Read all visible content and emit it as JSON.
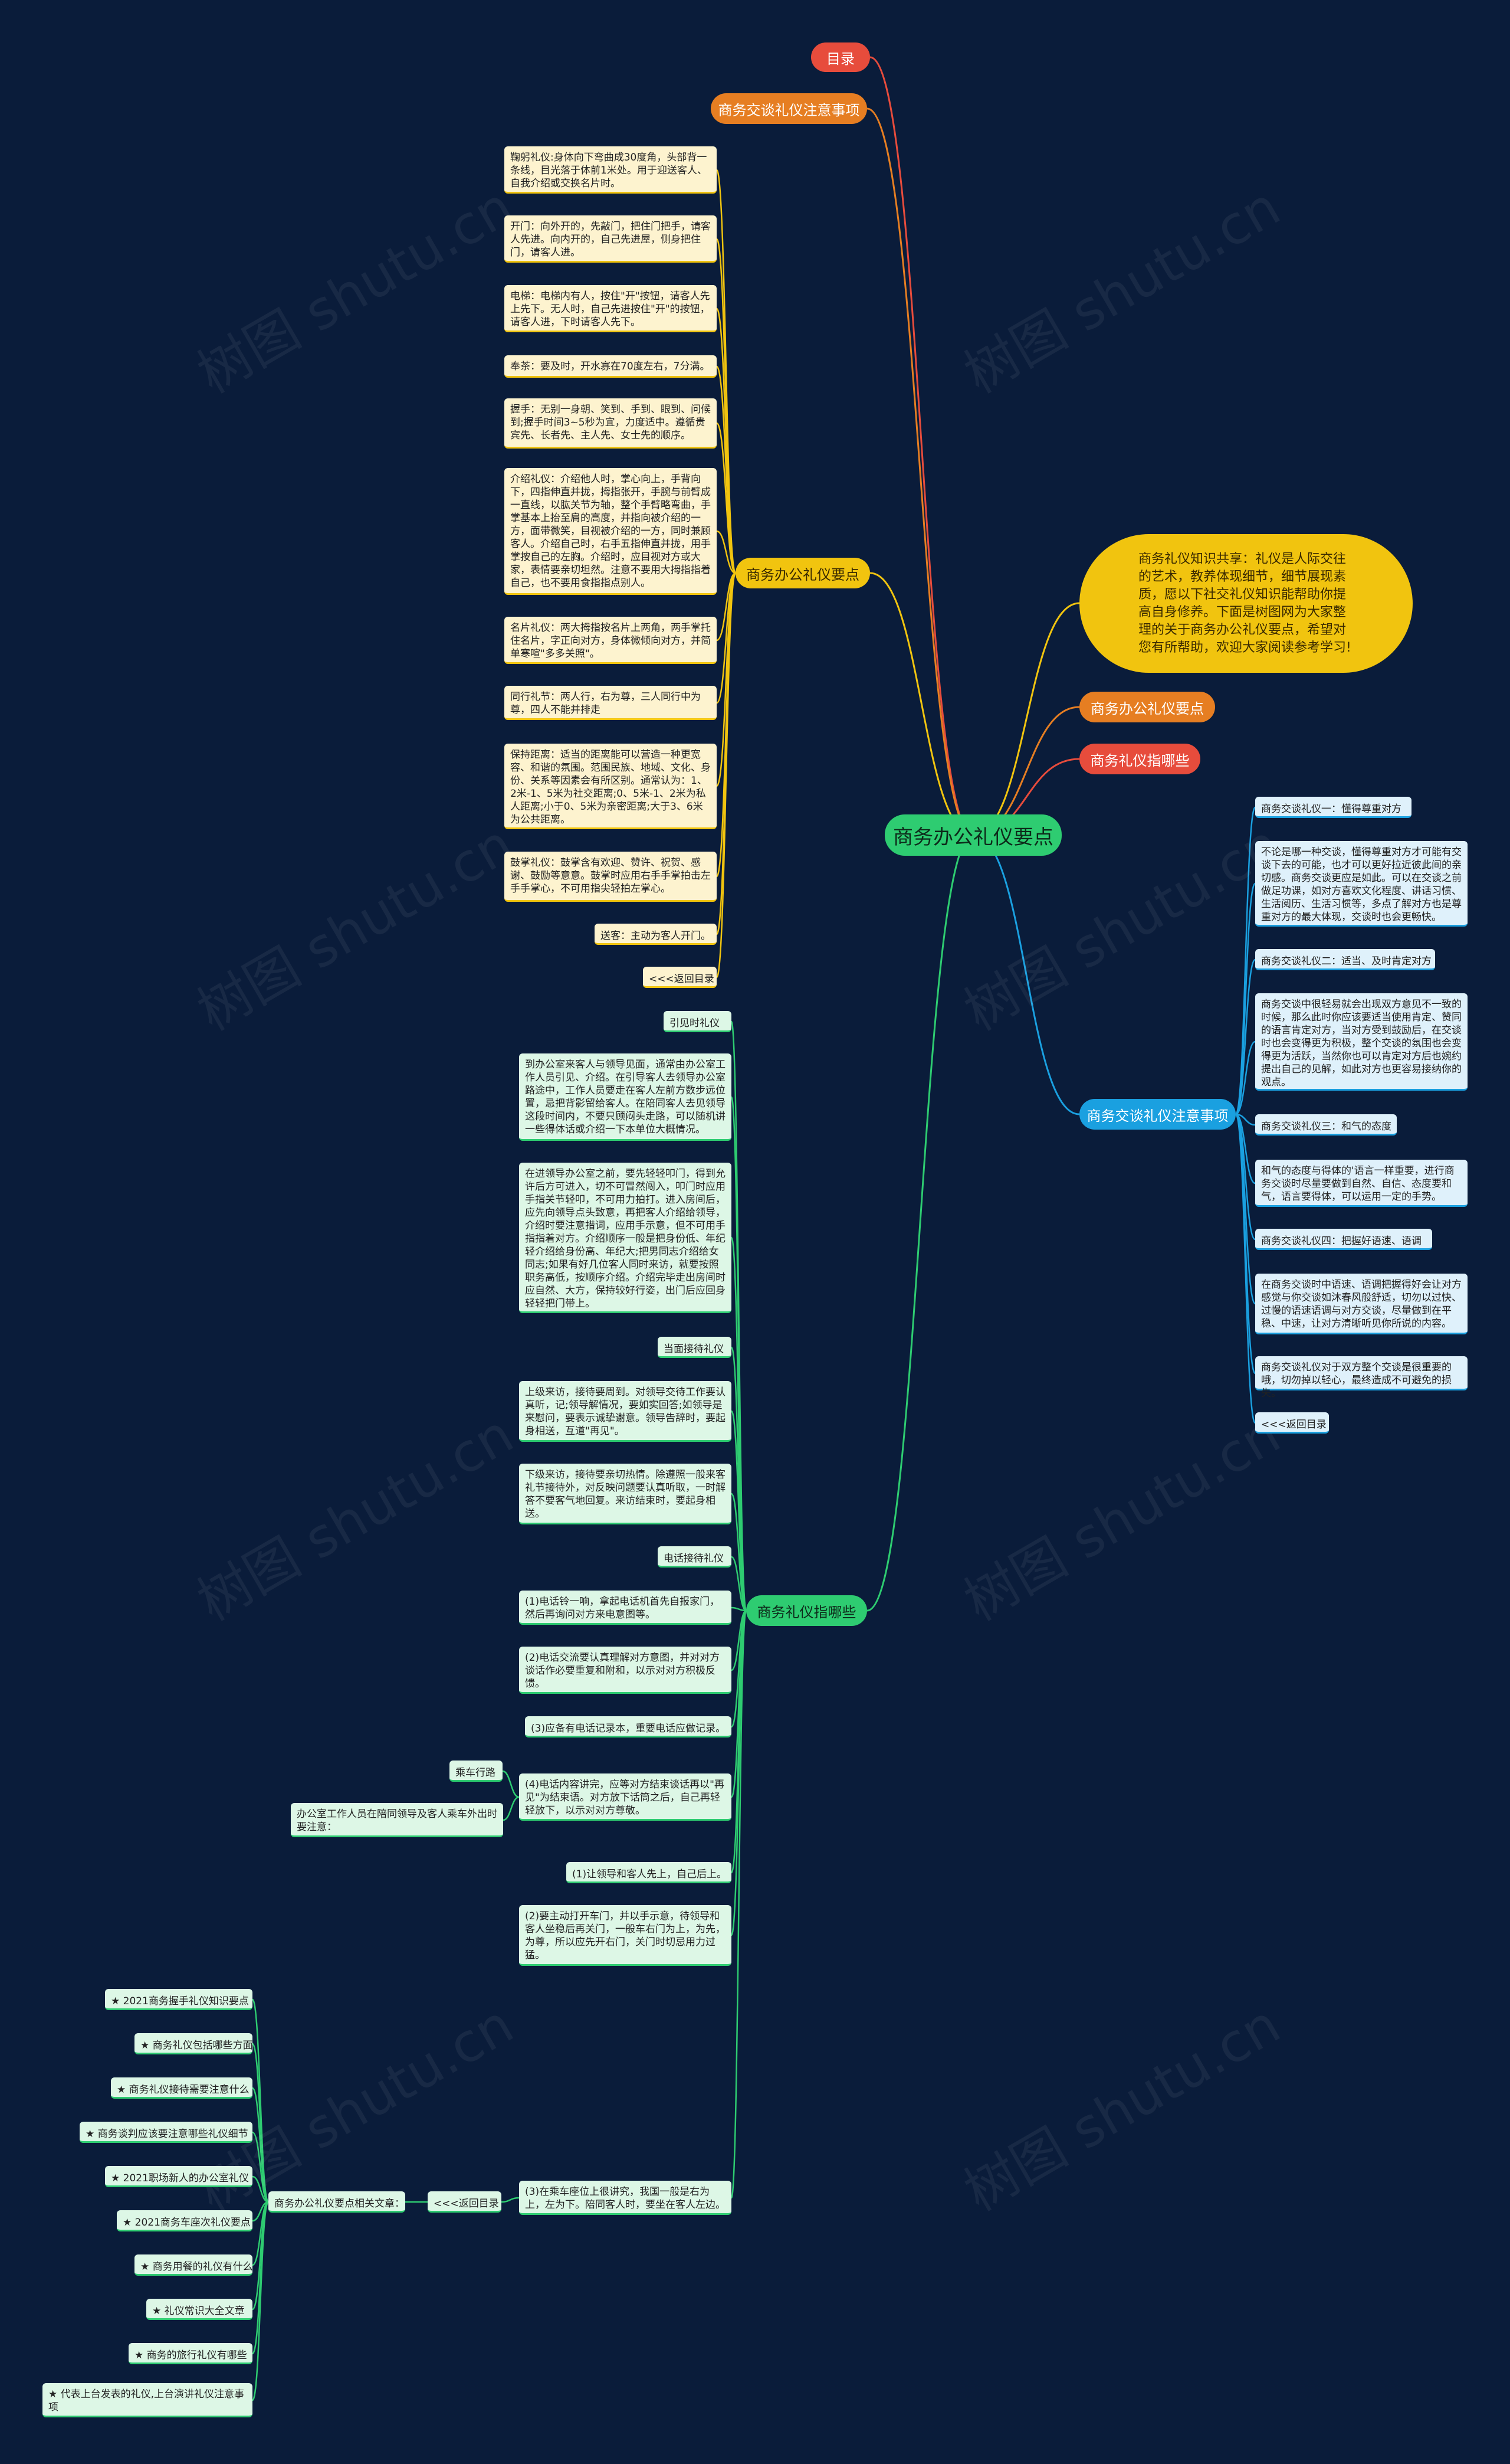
{
  "center": "商务办公礼仪要点",
  "top_nodes": {
    "toc": "目录",
    "biz_talk": "商务交谈礼仪注意事项"
  },
  "intro": "商务礼仪知识共享：礼仪是人际交往的艺术，教养体现细节，细节展现素质，愿以下社交礼仪知识能帮助你提高自身修养。下面是树图网为大家整理的关于商务办公礼仪要点，希望对您有所帮助，欢迎大家阅读参考学习!",
  "right_links": {
    "points": "商务办公礼仪要点",
    "which": "商务礼仪指哪些"
  },
  "office": {
    "label": "商务办公礼仪要点",
    "items": [
      "鞠躬礼仪:身体向下弯曲成30度角，头部背一条线，目光落于体前1米处。用于迎送客人、自我介绍或交换名片时。",
      "开门：向外开的，先敲门，把住门把手，请客人先进。向内开的，自己先进屋，侧身把住门，请客人进。",
      "电梯：电梯内有人，按住\"开\"按钮，请客人先上先下。无人时，自己先进按住\"开\"的按钮，请客人进，下时请客人先下。",
      "奉茶：要及时，开水寡在70度左右，7分满。",
      "握手：无别一身朝、笑到、手到、眼到、问候到;握手时间3~5秒为宜，力度适中。遵循贵宾先、长者先、主人先、女士先的顺序。",
      "介绍礼仪：介绍他人时，掌心向上，手背向下，四指伸直并拢，拇指张开，手腕与前臂成一直线，以肱关节为轴，整个手臂略弯曲，手掌基本上抬至肩的高度，并指向被介绍的一方，面带微笑，目视被介绍的一方，同时兼顾客人。介绍自己时，右手五指伸直并拢，用手掌按自己的左胸。介绍时，应目视对方或大家，表情要亲切坦然。注意不要用大拇指指着自己，也不要用食指指点别人。",
      "名片礼仪：两大拇指按名片上两角，两手掌托住名片，字正向对方，身体微倾向对方，并简单寒喧\"多多关照\"。",
      "同行礼节：两人行，右为尊，三人同行中为尊，四人不能并排走",
      "保持距离：适当的距离能可以营造一种更宽容、和谐的氛围。范围民族、地域、文化、身份、关系等因素会有所区别。通常认为：1、2米-1、5米为社交距离;0、5米-1、2米为私人距离;小于0、5米为亲密距离;大于3、6米为公共距离。",
      "鼓掌礼仪：鼓掌含有欢迎、赞许、祝贺、感谢、鼓励等意意。鼓掌时应用右手手掌拍击左手手掌心，不可用指尖轻拍左掌心。",
      "送客：主动为客人开门。",
      "<<<返回目录"
    ]
  },
  "talk": {
    "label": "商务交谈礼仪注意事项",
    "items": [
      "商务交谈礼仪一：懂得尊重对方",
      "不论是哪一种交谈，懂得尊重对方才可能有交谈下去的可能，也才可以更好拉近彼此间的亲切感。商务交谈更应是如此。可以在交谈之前做足功课，如对方喜欢文化程度、讲话习惯、生活阅历、生活习惯等，多点了解对方也是尊重对方的最大体现，交谈时也会更畅快。",
      "商务交谈礼仪二：适当、及时肯定对方",
      "商务交谈中很轻易就会出现双方意见不一致的时候，那么此时你应该要适当使用肯定、赞同的语言肯定对方，当对方受到鼓励后，在交谈时也会变得更为积极，整个交谈的氛围也会变得更为活跃，当然你也可以肯定对方后也婉约提出自己的见解，如此对方也更容易接纳你的观点。",
      "商务交谈礼仪三：和气的态度",
      "和气的态度与得体的'语言一样重要，进行商务交谈时尽量要做到自然、自信、态度要和气，语言要得体，可以运用一定的手势。",
      "商务交谈礼仪四：把握好语速、语调",
      "在商务交谈时中语速、语调把握得好会让对方感觉与你交谈如沐春风般舒适，切勿以过快、过慢的语速语调与对方交谈，尽量做到在平稳、中速，让对方清晰听见你所说的内容。",
      "商务交谈礼仪对于双方整个交谈是很重要的哦，切勿掉以轻心，最终造成不可避免的损失。",
      "<<<返回目录"
    ]
  },
  "which": {
    "label": "商务礼仪指哪些",
    "items": [
      "引见时礼仪",
      "到办公室来客人与领导见面，通常由办公室工作人员引见、介绍。在引导客人去领导办公室路途中，工作人员要走在客人左前方数步远位置，忌把背影留给客人。在陪同客人去见领导这段时间内，不要只顾闷头走路，可以随机讲一些得体话或介绍一下本单位大概情况。",
      "在进领导办公室之前，要先轻轻叩门，得到允许后方可进入，切不可冒然闯入，叩门时应用手指关节轻叩，不可用力拍打。进入房间后，应先向领导点头致意，再把客人介绍给领导，介绍时要注意措词，应用手示意，但不可用手指指着对方。介绍顺序一般是把身份低、年纪轻介绍给身份高、年纪大;把男同志介绍给女同志;如果有好几位客人同时来访，就要按照职务高低，按顺序介绍。介绍完毕走出房间时应自然、大方，保持较好行姿，出门后应回身轻轻把门带上。",
      "当面接待礼仪",
      "上级来访，接待要周到。对领导交待工作要认真听，记;领导解情况，要如实回答;如领导是来慰问，要表示诚挚谢意。领导告辞时，要起身相送，互道\"再见\"。",
      "下级来访，接待要亲切热情。除遵照一般来客礼节接待外，对反映问题要认真听取，一时解答不要客气地回复。来访结束时，要起身相送。",
      "电话接待礼仪",
      "(1)电话铃一响，拿起电话机首先自报家门，然后再询问对方来电意图等。",
      "(2)电话交流要认真理解对方意图，并对对方谈话作必要重复和附和，以示对对方积极反馈。",
      "(3)应备有电话记录本，重要电话应做记录。",
      "(4)电话内容讲完，应等对方结束谈话再以\"再见\"为结束语。对方放下话筒之后，自己再轻轻放下，以示对对方尊敬。",
      "(1)让领导和客人先上，自己后上。",
      "(2)要主动打开车门，并以手示意，待领导和客人坐稳后再关门，一般车右门为上，为先，为尊，所以应先开右门，关门时切忌用力过猛。",
      "(3)在乘车座位上很讲究，我国一般是右为上，左为下。陪同客人时，要坐在客人左边。"
    ],
    "ride_label": "乘车行路",
    "ride_desc": "办公室工作人员在陪同领导及客人乘车外出时要注意：",
    "back": "<<<返回目录"
  },
  "related": {
    "label": "商务办公礼仪要点相关文章：",
    "items": [
      "★ 2021商务握手礼仪知识要点",
      "★ 商务礼仪包括哪些方面",
      "★ 商务礼仪接待需要注意什么",
      "★ 商务谈判应该要注意哪些礼仪细节",
      "★ 2021职场新人的办公室礼仪",
      "★ 2021商务车座次礼仪要点",
      "★ 商务用餐的礼仪有什么",
      "★ 礼仪常识大全文章",
      "★ 商务的旅行礼仪有哪些",
      "★ 代表上台发表的礼仪,上台演讲礼仪注意事项"
    ]
  },
  "watermark": "树图 shutu.cn",
  "colors": {
    "background": "#0a1c3a",
    "center": "#2ecc71",
    "red": "#e74c3c",
    "orange": "#e67e22",
    "yellow": "#f1c40f",
    "blue": "#1aa0e0",
    "green": "#2ecc71"
  }
}
